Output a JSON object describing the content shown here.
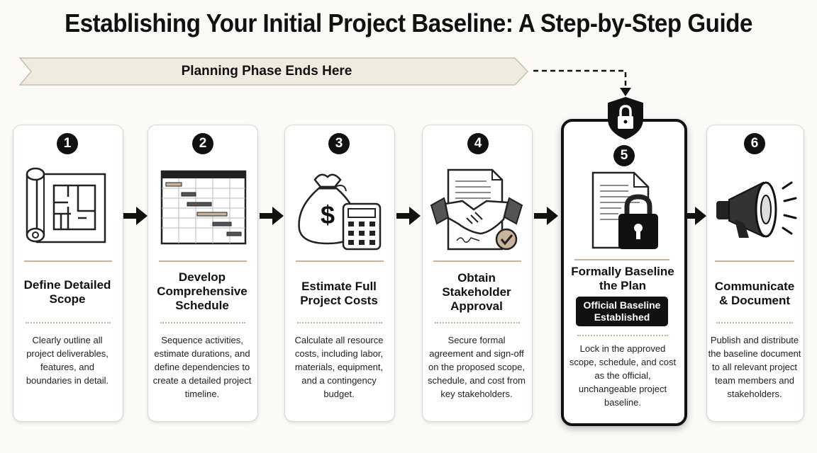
{
  "title": "Establishing Your Initial Project Baseline: A Step-by-Step Guide",
  "banner": "Planning Phase Ends Here",
  "steps": [
    {
      "number": "1",
      "title": "Define Detailed Scope",
      "description": "Clearly outline all project deliverables, features, and boundaries in detail.",
      "icon": "blueprint-scroll-icon"
    },
    {
      "number": "2",
      "title": "Develop Comprehensive Schedule",
      "description": "Sequence activities, estimate durations, and define dependencies to create a detailed project timeline.",
      "icon": "gantt-chart-icon"
    },
    {
      "number": "3",
      "title": "Estimate Full Project Costs",
      "description": "Calculate all resource costs, including labor, materials, equipment, and a contingency budget.",
      "icon": "money-bag-calculator-icon"
    },
    {
      "number": "4",
      "title": "Obtain Stakeholder Approval",
      "description": "Secure formal agreement and sign-off on the proposed scope, schedule, and cost from key stakeholders.",
      "icon": "handshake-contract-icon"
    },
    {
      "number": "5",
      "title": "Formally Baseline the Plan",
      "badge": "Official Baseline Established",
      "description": "Lock in the approved scope, schedule, and cost as the official, unchangeable project baseline.",
      "icon": "locked-document-icon"
    },
    {
      "number": "6",
      "title": "Communicate & Document",
      "description": "Publish and distribute the baseline document to all relevant project team members and stakeholders.",
      "icon": "megaphone-icon"
    }
  ],
  "colors": {
    "accent_line": "#c7b39a",
    "banner_fill": "#efebe0",
    "dark": "#111111"
  }
}
